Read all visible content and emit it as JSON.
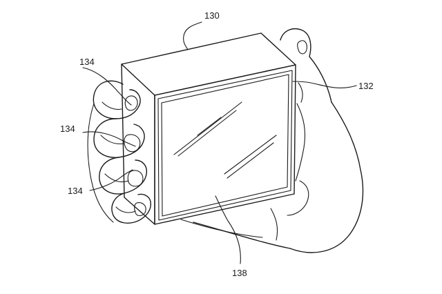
{
  "figure": {
    "references": {
      "device": "130",
      "display_border": "132",
      "fingers_upper": "134",
      "fingers_middle": "134",
      "fingers_lower": "134",
      "display_screen": "138"
    }
  }
}
